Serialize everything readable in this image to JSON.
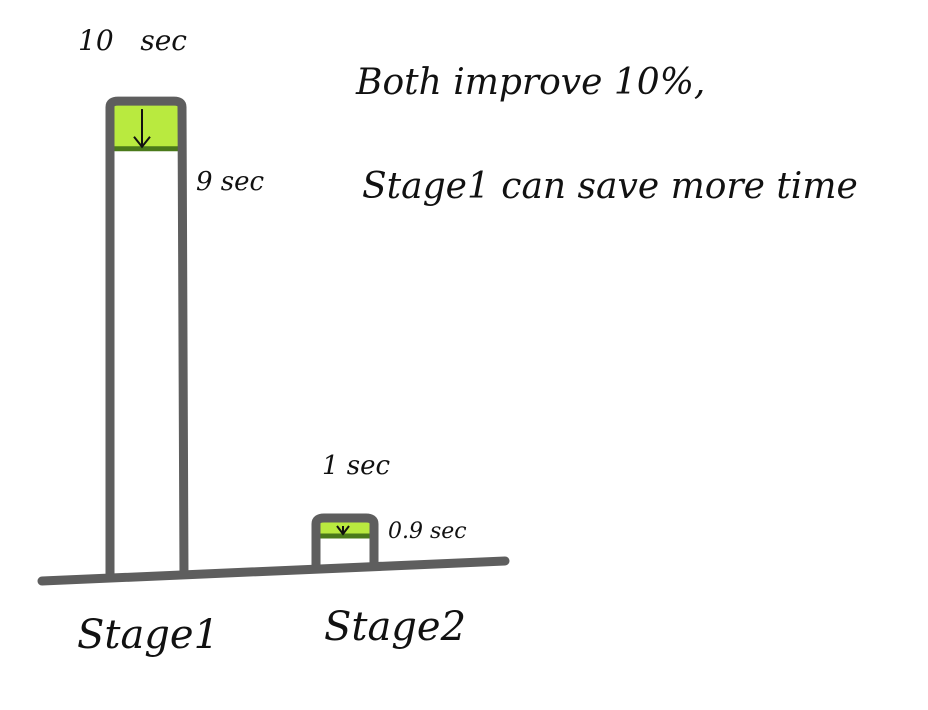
{
  "chart_data": {
    "type": "bar",
    "categories": [
      "Stage1",
      "Stage2"
    ],
    "series": [
      {
        "values": [
          10,
          1
        ]
      },
      {
        "values": [
          9,
          0.9
        ]
      }
    ],
    "value_labels": [
      {
        "before": "10   sec",
        "after": "9 sec"
      },
      {
        "before": "1 sec",
        "after": "0.9 sec"
      }
    ],
    "ylim": [
      0,
      10.4
    ],
    "colors": {
      "saved": "#b9ea3f",
      "saved_edge": "#4a7a1a",
      "outline": "#5e5e5e",
      "ink": "#111111"
    }
  },
  "notes": {
    "line1": "Both improve 10%,",
    "line2": "Stage1 can save more time"
  }
}
